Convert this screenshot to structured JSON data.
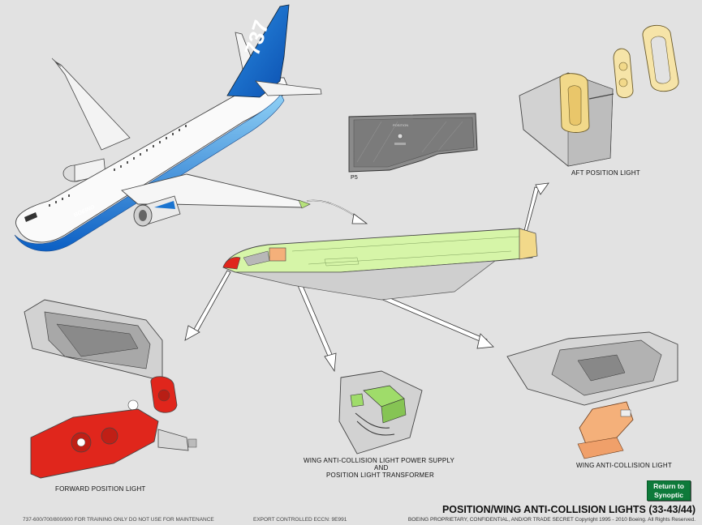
{
  "title": "POSITION/WING ANTI-COLLISION LIGHTS (33-43/44)",
  "return_button": {
    "line1": "Return to",
    "line2": "Synoptic"
  },
  "panel_label": "P5",
  "panel_text": "POSITION",
  "tail_text": "737",
  "fuselage_text": "BOEING",
  "labels": {
    "aft_position_light": "AFT POSITION LIGHT",
    "forward_position_light": "FORWARD POSITION LIGHT",
    "power_supply_line1": "WING ANTI-COLLISION LIGHT POWER SUPPLY",
    "power_supply_line2": "AND",
    "power_supply_line3": "POSITION LIGHT TRANSFORMER",
    "wing_anti_collision_light": "WING ANTI-COLLISION LIGHT"
  },
  "footer": {
    "training": "737-600/700/800/900 FOR TRAINING ONLY  DO NOT USE  FOR MAINTENANCE",
    "export": "EXPORT CONTROLLED  ECCN: 9E991",
    "proprietary": "BOEING PROPRIETARY, CONFIDENTIAL, AND/OR TRADE SECRET  Copyright 1995 - 2010  Boeing. All Rights Reserved.",
    "side_id": "33-43-00-004-001_04"
  },
  "colors": {
    "background": "#e2e2e2",
    "wing_highlight": "#d6f5a8",
    "forward_light": "#e0261c",
    "aft_light": "#f2d98a",
    "anti_collision_light": "#f4b07a",
    "power_supply": "#9fdc6a",
    "boeing_blue": "#1a74d0",
    "button_green": "#0e7a3a"
  }
}
